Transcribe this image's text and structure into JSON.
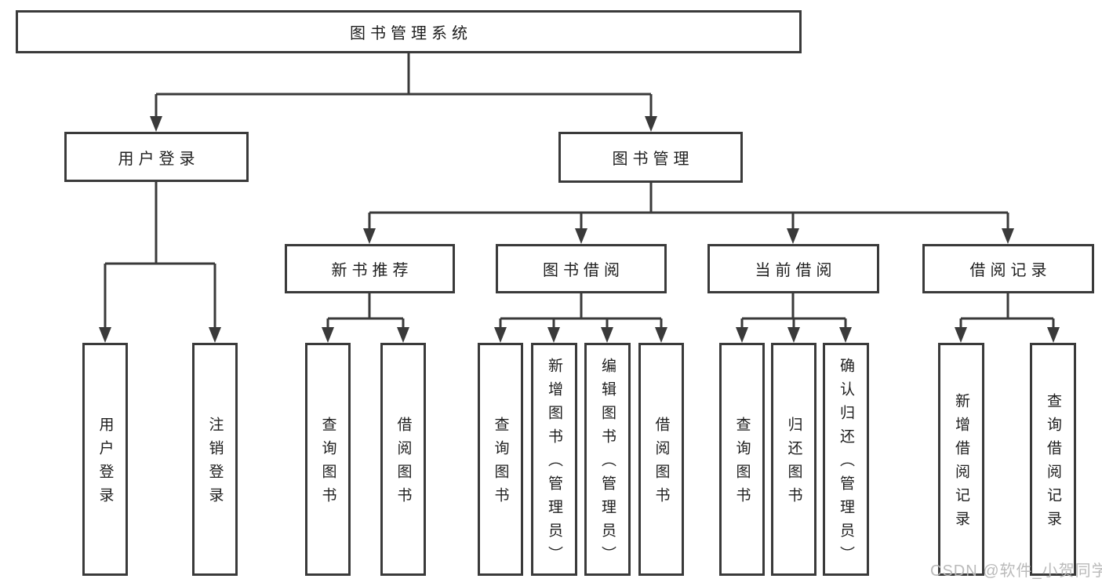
{
  "watermark": {
    "text": "CSDN @软件_小贺同学"
  },
  "colors": {
    "line": "#3a3a3a",
    "box_border": "#3a3a3a",
    "text": "#1e1e1e",
    "background": "#ffffff",
    "watermark": "#b6b6b6"
  },
  "tree": {
    "label": "图书管理系统",
    "children": [
      {
        "label": "用户登录",
        "children": [
          {
            "label": "用户登录"
          },
          {
            "label": "注销登录"
          }
        ]
      },
      {
        "label": "图书管理",
        "children": [
          {
            "label": "新书推荐",
            "children": [
              {
                "label": "查询图书"
              },
              {
                "label": "借阅图书"
              }
            ]
          },
          {
            "label": "图书借阅",
            "children": [
              {
                "label": "查询图书"
              },
              {
                "label": "新增图书（管理员）"
              },
              {
                "label": "编辑图书（管理员）"
              },
              {
                "label": "借阅图书"
              }
            ]
          },
          {
            "label": "当前借阅",
            "children": [
              {
                "label": "查询图书"
              },
              {
                "label": "归还图书"
              },
              {
                "label": "确认归还（管理员）"
              }
            ]
          },
          {
            "label": "借阅记录",
            "children": [
              {
                "label": "新增借阅记录"
              },
              {
                "label": "查询借阅记录"
              }
            ]
          }
        ]
      }
    ]
  }
}
